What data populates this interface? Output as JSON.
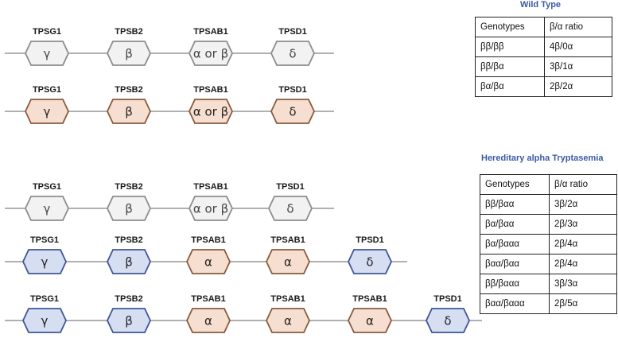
{
  "colors": {
    "wt_fill": "#f2f2f2",
    "wt_stroke": "#8c8c8c",
    "alpha_fill": "#f6dfd0",
    "alpha_stroke": "#8a5a3c",
    "beta_fill": "#d6def2",
    "beta_stroke": "#3f5596",
    "line": "#808080",
    "title": "#3b5aa6"
  },
  "diagram": {
    "rows": [
      [
        {
          "label": "TPSG1",
          "symbol": "γ",
          "style": "grey"
        },
        {
          "label": "TPSB2",
          "symbol": "β",
          "style": "grey"
        },
        {
          "label": "TPSAB1",
          "symbol": "α or β",
          "style": "grey"
        },
        {
          "label": "TPSD1",
          "symbol": "δ",
          "style": "grey"
        }
      ],
      [
        {
          "label": "TPSG1",
          "symbol": "γ",
          "style": "orange"
        },
        {
          "label": "TPSB2",
          "symbol": "β",
          "style": "orange"
        },
        {
          "label": "TPSAB1",
          "symbol": "α or β",
          "style": "orange"
        },
        {
          "label": "TPSD1",
          "symbol": "δ",
          "style": "orange"
        }
      ],
      [
        {
          "label": "TPSG1",
          "symbol": "γ",
          "style": "grey"
        },
        {
          "label": "TPSB2",
          "symbol": "β",
          "style": "grey"
        },
        {
          "label": "TPSAB1",
          "symbol": "α or β",
          "style": "grey"
        },
        {
          "label": "TPSD1",
          "symbol": "δ",
          "style": "grey"
        }
      ],
      [
        {
          "label": "TPSG1",
          "symbol": "γ",
          "style": "blue"
        },
        {
          "label": "TPSB2",
          "symbol": "β",
          "style": "blue"
        },
        {
          "label": "TPSAB1",
          "symbol": "α",
          "style": "orange"
        },
        {
          "label": "TPSAB1",
          "symbol": "α",
          "style": "orange"
        },
        {
          "label": "TPSD1",
          "symbol": "δ",
          "style": "blue"
        }
      ],
      [
        {
          "label": "TPSG1",
          "symbol": "γ",
          "style": "blue"
        },
        {
          "label": "TPSB2",
          "symbol": "β",
          "style": "blue"
        },
        {
          "label": "TPSAB1",
          "symbol": "α",
          "style": "orange"
        },
        {
          "label": "TPSAB1",
          "symbol": "α",
          "style": "orange"
        },
        {
          "label": "TPSAB1",
          "symbol": "α",
          "style": "orange"
        },
        {
          "label": "TPSD1",
          "symbol": "δ",
          "style": "blue"
        }
      ]
    ]
  },
  "wild_type": {
    "title": "Wild Type",
    "header": [
      "Genotypes",
      "β/α ratio"
    ],
    "rows": [
      [
        "ββ/ββ",
        "4β/0α"
      ],
      [
        "ββ/βα",
        "3β/1α"
      ],
      [
        "βα/βα",
        "2β/2α"
      ]
    ]
  },
  "hat": {
    "title": "Hereditary alpha Tryptasemia",
    "header": [
      "Genotypes",
      "β/α ratio"
    ],
    "rows": [
      [
        "ββ/βαα",
        "3β/2α"
      ],
      [
        "βα/βαα",
        "2β/3α"
      ],
      [
        "βα/βααα",
        "2β/4α"
      ],
      [
        "βαα/βαα",
        "2β/4α"
      ],
      [
        "ββ/βααα",
        "3β/3α"
      ],
      [
        "βαα/βααα",
        "2β/5α"
      ]
    ]
  }
}
